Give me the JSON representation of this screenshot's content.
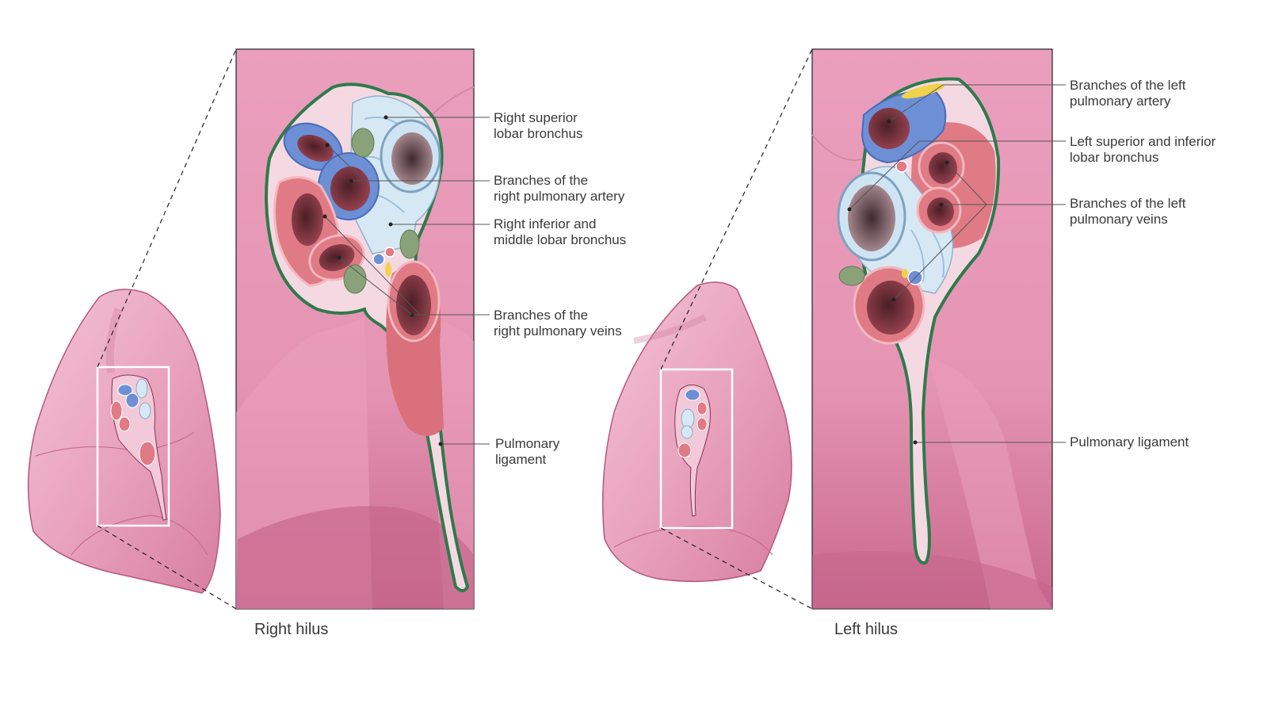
{
  "right_hilus": {
    "caption": "Right hilus",
    "labels": {
      "superior_bronchus": [
        "Right superior",
        "lobar bronchus"
      ],
      "pulmonary_artery": [
        "Branches of the",
        "right pulmonary artery"
      ],
      "inferior_bronchus": [
        "Right inferior and",
        "middle lobar bronchus"
      ],
      "pulmonary_veins": [
        "Branches of the",
        "right pulmonary veins"
      ],
      "ligament": [
        "Pulmonary",
        "ligament"
      ]
    }
  },
  "left_hilus": {
    "caption": "Left hilus",
    "labels": {
      "pulmonary_artery": [
        "Branches of the left",
        "pulmonary artery"
      ],
      "lobar_bronchus": [
        "Left superior and inferior",
        "lobar bronchus"
      ],
      "pulmonary_veins": [
        "Branches of the left",
        "pulmonary veins"
      ],
      "ligament": [
        "Pulmonary ligament"
      ]
    }
  },
  "colors": {
    "lung": "#e9a3bd",
    "panel": "#e18fae",
    "artery": "#6d8fd6",
    "vein": "#e07a84",
    "bronchus": "#d6e8f4",
    "ligament_outline": "#2f7a4b",
    "lymph_node": "#8aa279"
  }
}
